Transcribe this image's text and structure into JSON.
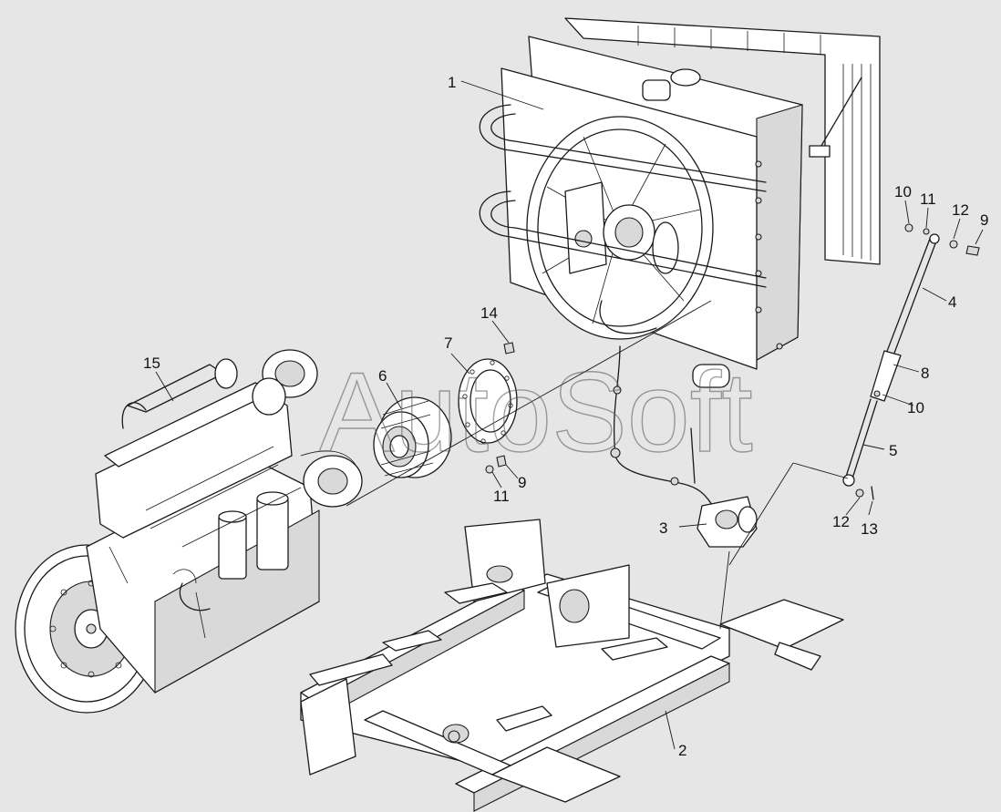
{
  "watermark": "AutoSoft",
  "callouts": [
    {
      "id": "1",
      "label": "1"
    },
    {
      "id": "2",
      "label": "2"
    },
    {
      "id": "3",
      "label": "3"
    },
    {
      "id": "4",
      "label": "4"
    },
    {
      "id": "5",
      "label": "5"
    },
    {
      "id": "6",
      "label": "6"
    },
    {
      "id": "7",
      "label": "7"
    },
    {
      "id": "8",
      "label": "8"
    },
    {
      "id": "9a",
      "label": "9"
    },
    {
      "id": "9b",
      "label": "9"
    },
    {
      "id": "10a",
      "label": "10"
    },
    {
      "id": "10b",
      "label": "10"
    },
    {
      "id": "11a",
      "label": "11"
    },
    {
      "id": "11b",
      "label": "11"
    },
    {
      "id": "12a",
      "label": "12"
    },
    {
      "id": "12b",
      "label": "12"
    },
    {
      "id": "13",
      "label": "13"
    },
    {
      "id": "14",
      "label": "14"
    },
    {
      "id": "15",
      "label": "15"
    }
  ]
}
